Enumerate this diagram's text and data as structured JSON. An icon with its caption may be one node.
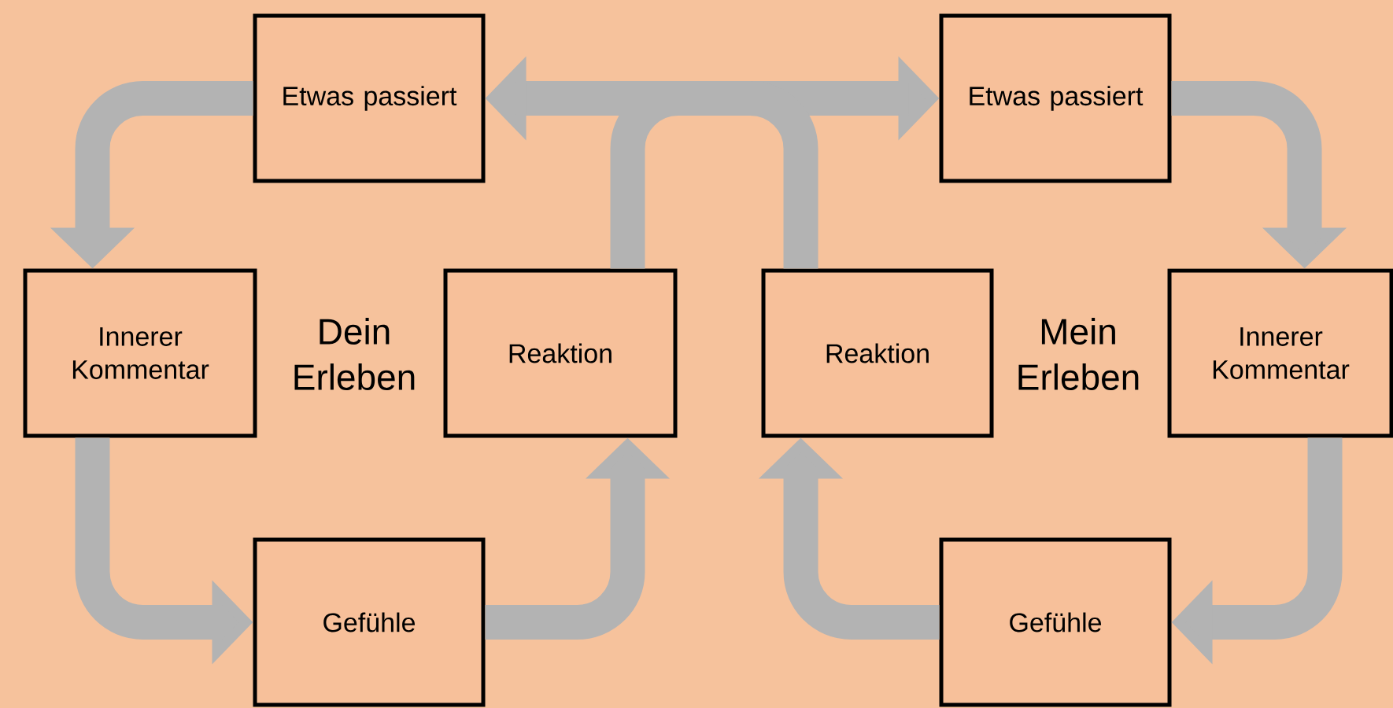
{
  "diagram": {
    "nodes": [
      {
        "text": [
          "Etwas passiert"
        ]
      },
      {
        "text": [
          "Innerer Kommentar"
        ]
      },
      {
        "text": [
          "Reaktion"
        ]
      },
      {
        "text": [
          "Gefühle"
        ]
      },
      {
        "text": [
          "Etwas passiert"
        ]
      },
      {
        "text": [
          "Innerer Kommentar"
        ]
      },
      {
        "text": [
          "Reaktion"
        ]
      },
      {
        "text": [
          "Gefühle"
        ]
      }
    ],
    "edges": [
      {
        "from": 0,
        "to": 1,
        "arrow": "to"
      },
      {
        "from": 1,
        "to": 3,
        "arrow": "to"
      },
      {
        "from": 3,
        "to": 2,
        "arrow": "to"
      },
      {
        "from": 2,
        "to": 4,
        "arrow": "to"
      },
      {
        "from": 4,
        "to": 5,
        "arrow": "to"
      },
      {
        "from": 5,
        "to": 7,
        "arrow": "to"
      },
      {
        "from": 7,
        "to": 6,
        "arrow": "to"
      },
      {
        "from": 6,
        "to": 0,
        "arrow": "to"
      }
    ],
    "labels": [
      "Dein Erleben",
      "Mein Erleben"
    ]
  }
}
